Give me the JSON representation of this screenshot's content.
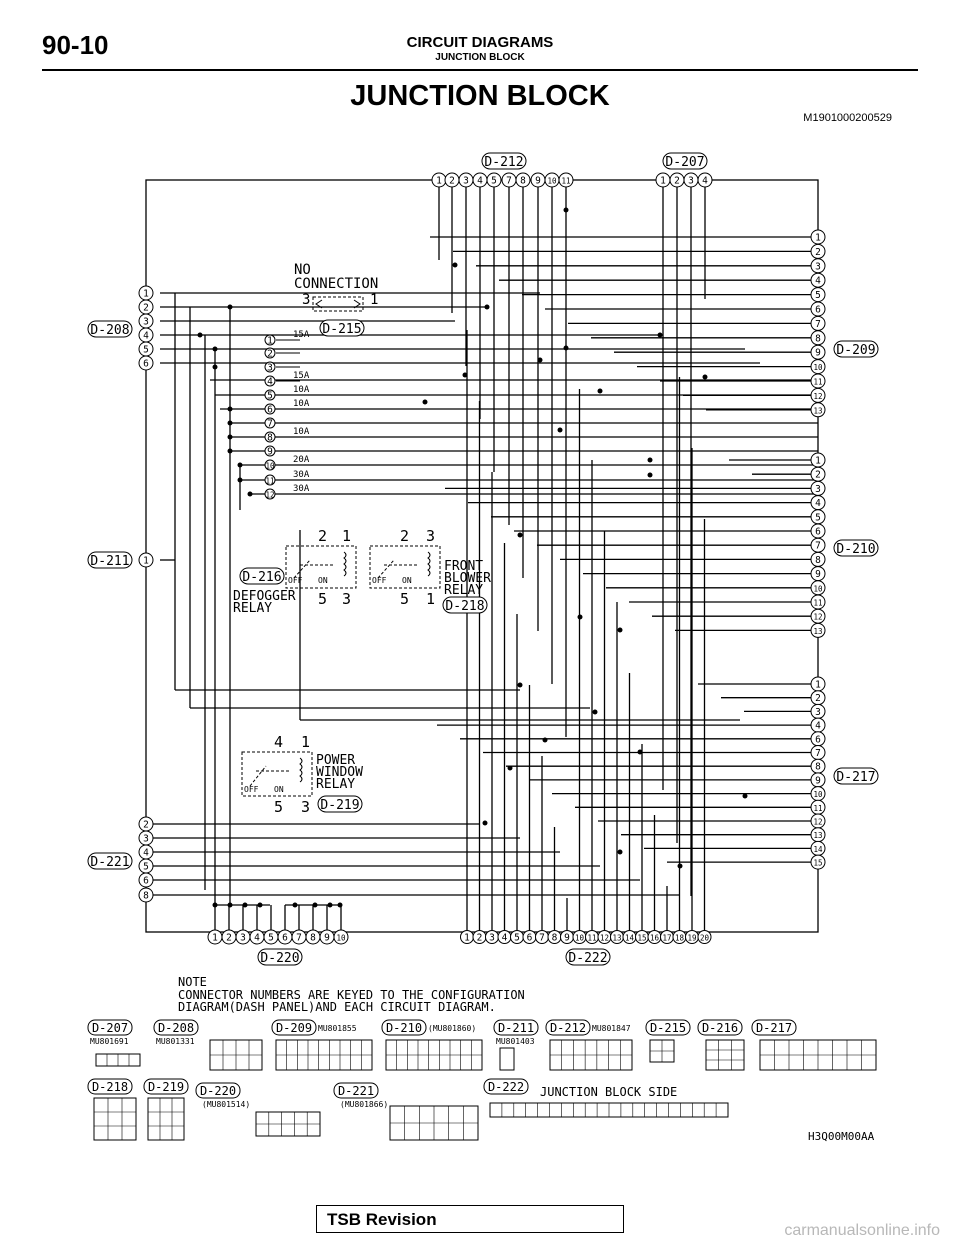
{
  "header": {
    "page_number": "90-10",
    "section": "CIRCUIT DIAGRAMS",
    "subsection": "JUNCTION BLOCK"
  },
  "page_title": "JUNCTION BLOCK",
  "doc_id": "M1901000200529",
  "connectors": {
    "d212": "D-212",
    "d207": "D-207",
    "d208": "D-208",
    "d215": "D-215",
    "d209": "D-209",
    "d210": "D-210",
    "d211": "D-211",
    "d216": "D-216",
    "d218": "D-218",
    "d217": "D-217",
    "d219": "D-219",
    "d221": "D-221",
    "d220": "D-220",
    "d222": "D-222"
  },
  "no_connection": {
    "line1": "NO",
    "line2": "CONNECTION",
    "pin_a": "3",
    "pin_b": "1"
  },
  "fuses": [
    "15A",
    "",
    "",
    "15A",
    "10A",
    "10A",
    "",
    "10A",
    "",
    "20A",
    "30A",
    "30A"
  ],
  "relays": {
    "defogger": {
      "line1": "DEFOGGER",
      "line2": "RELAY",
      "pins": [
        "2",
        "1",
        "5",
        "3"
      ],
      "off": "OFF",
      "on": "ON"
    },
    "blower": {
      "line1": "FRONT",
      "line2": "BLOWER",
      "line3": "RELAY",
      "pins": [
        "2",
        "3",
        "5",
        "1"
      ],
      "off": "OFF",
      "on": "ON"
    },
    "power_window": {
      "line1": "POWER",
      "line2": "WINDOW",
      "line3": "RELAY",
      "pins": [
        "4",
        "1",
        "5",
        "3"
      ],
      "off": "OFF",
      "on": "ON"
    }
  },
  "note": {
    "title": "NOTE",
    "line1": "CONNECTOR NUMBERS ARE KEYED TO THE CONFIGURATION",
    "line2": "DIAGRAM(DASH PANEL)AND EACH CIRCUIT DIAGRAM."
  },
  "legend": {
    "parts": {
      "d207": "MU801691",
      "d208": "MU801331",
      "d209": "MU801855",
      "d210": "(MU801860)",
      "d211": "MU801403",
      "d212": "MU801847",
      "d220": "(MU801514)",
      "d221": "(MU801866)"
    },
    "junction_block_side": "JUNCTION BLOCK SIDE",
    "figure_code": "H3Q00M00AA"
  },
  "footer": {
    "tsb": "TSB Revision",
    "watermark": "carmanualsonline.info"
  }
}
